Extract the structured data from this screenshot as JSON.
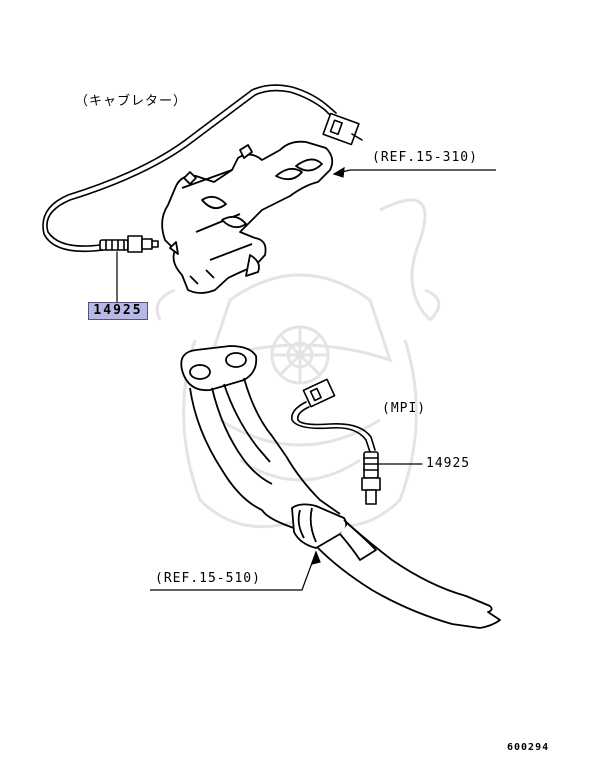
{
  "labels": {
    "carburetor": "（キャブレター）",
    "ref_upper": "(REF.15-310)",
    "ref_lower": "(REF.15-510)",
    "mpi": "(MPI)",
    "part_upper": "14925",
    "part_lower": "14925",
    "diagram_code": "600294"
  },
  "colors": {
    "line": "#000000",
    "callout_fill": "#b8b8e6",
    "watermark": "#e4e4e4"
  }
}
